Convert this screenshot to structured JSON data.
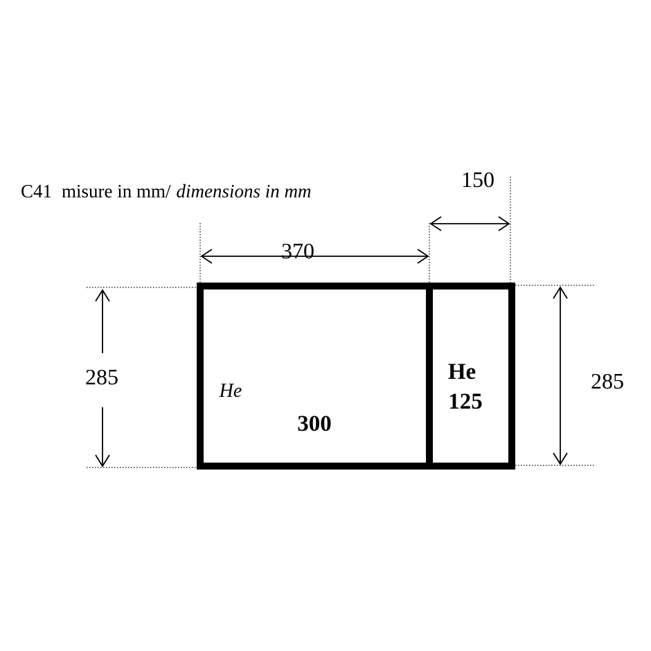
{
  "title": {
    "code": "C41",
    "regular": "misure in mm/",
    "italic": "dimensions in mm"
  },
  "dimensions": {
    "left_width": "370",
    "right_width": "150",
    "left_height": "285",
    "right_height": "285"
  },
  "compartments": {
    "left": {
      "name": "He",
      "value": "300"
    },
    "right": {
      "name": "He",
      "value": "125"
    }
  }
}
